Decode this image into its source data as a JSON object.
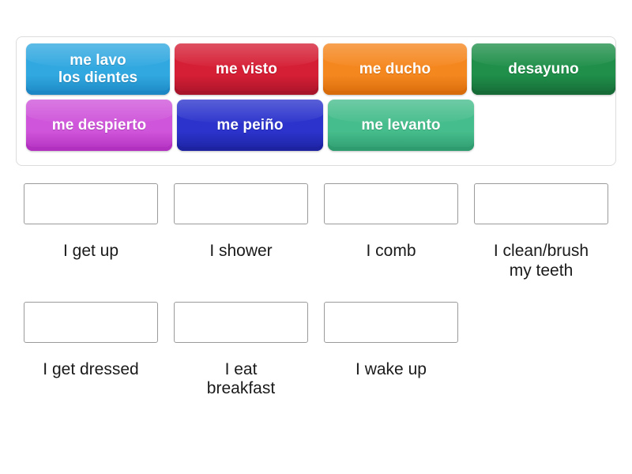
{
  "activity": {
    "type": "drag-and-drop-match",
    "tile_bank": {
      "tiles": [
        {
          "label": "me lavo\nlos dientes",
          "color": "#31a8e0",
          "color_dark": "#1c87c4",
          "name": "tile-me-lavo-los-dientes"
        },
        {
          "label": "me visto",
          "color": "#d51f35",
          "color_dark": "#a8142a",
          "name": "tile-me-visto"
        },
        {
          "label": "me ducho",
          "color": "#f5871f",
          "color_dark": "#d96c0a",
          "name": "tile-me-ducho"
        },
        {
          "label": "desayuno",
          "color": "#1f8f4a",
          "color_dark": "#166b37",
          "name": "tile-desayuno"
        },
        {
          "label": "me despierto",
          "color": "#cf55da",
          "color_dark": "#b230c0",
          "name": "tile-me-despierto"
        },
        {
          "label": "me peiño",
          "color": "#2b33cc",
          "color_dark": "#1d23a0",
          "name": "tile-me-peino"
        },
        {
          "label": "me levanto",
          "color": "#46bd8c",
          "color_dark": "#2f9c70",
          "name": "tile-me-levanto"
        }
      ]
    },
    "answers": [
      {
        "label": "I get up",
        "name": "answer-i-get-up"
      },
      {
        "label": "I shower",
        "name": "answer-i-shower"
      },
      {
        "label": "I comb",
        "name": "answer-i-comb"
      },
      {
        "label": "I clean/brush\nmy teeth",
        "name": "answer-i-clean-brush-my-teeth"
      },
      {
        "label": "I get dressed",
        "name": "answer-i-get-dressed"
      },
      {
        "label": "I eat\nbreakfast",
        "name": "answer-i-eat-breakfast"
      },
      {
        "label": "I wake up",
        "name": "answer-i-wake-up"
      }
    ],
    "colors": {
      "container_border": "#dcdcdc",
      "dropzone_border": "#9a9a9a",
      "page_background": "#ffffff",
      "label_text": "#1a1a1a",
      "tile_text": "#ffffff"
    }
  }
}
